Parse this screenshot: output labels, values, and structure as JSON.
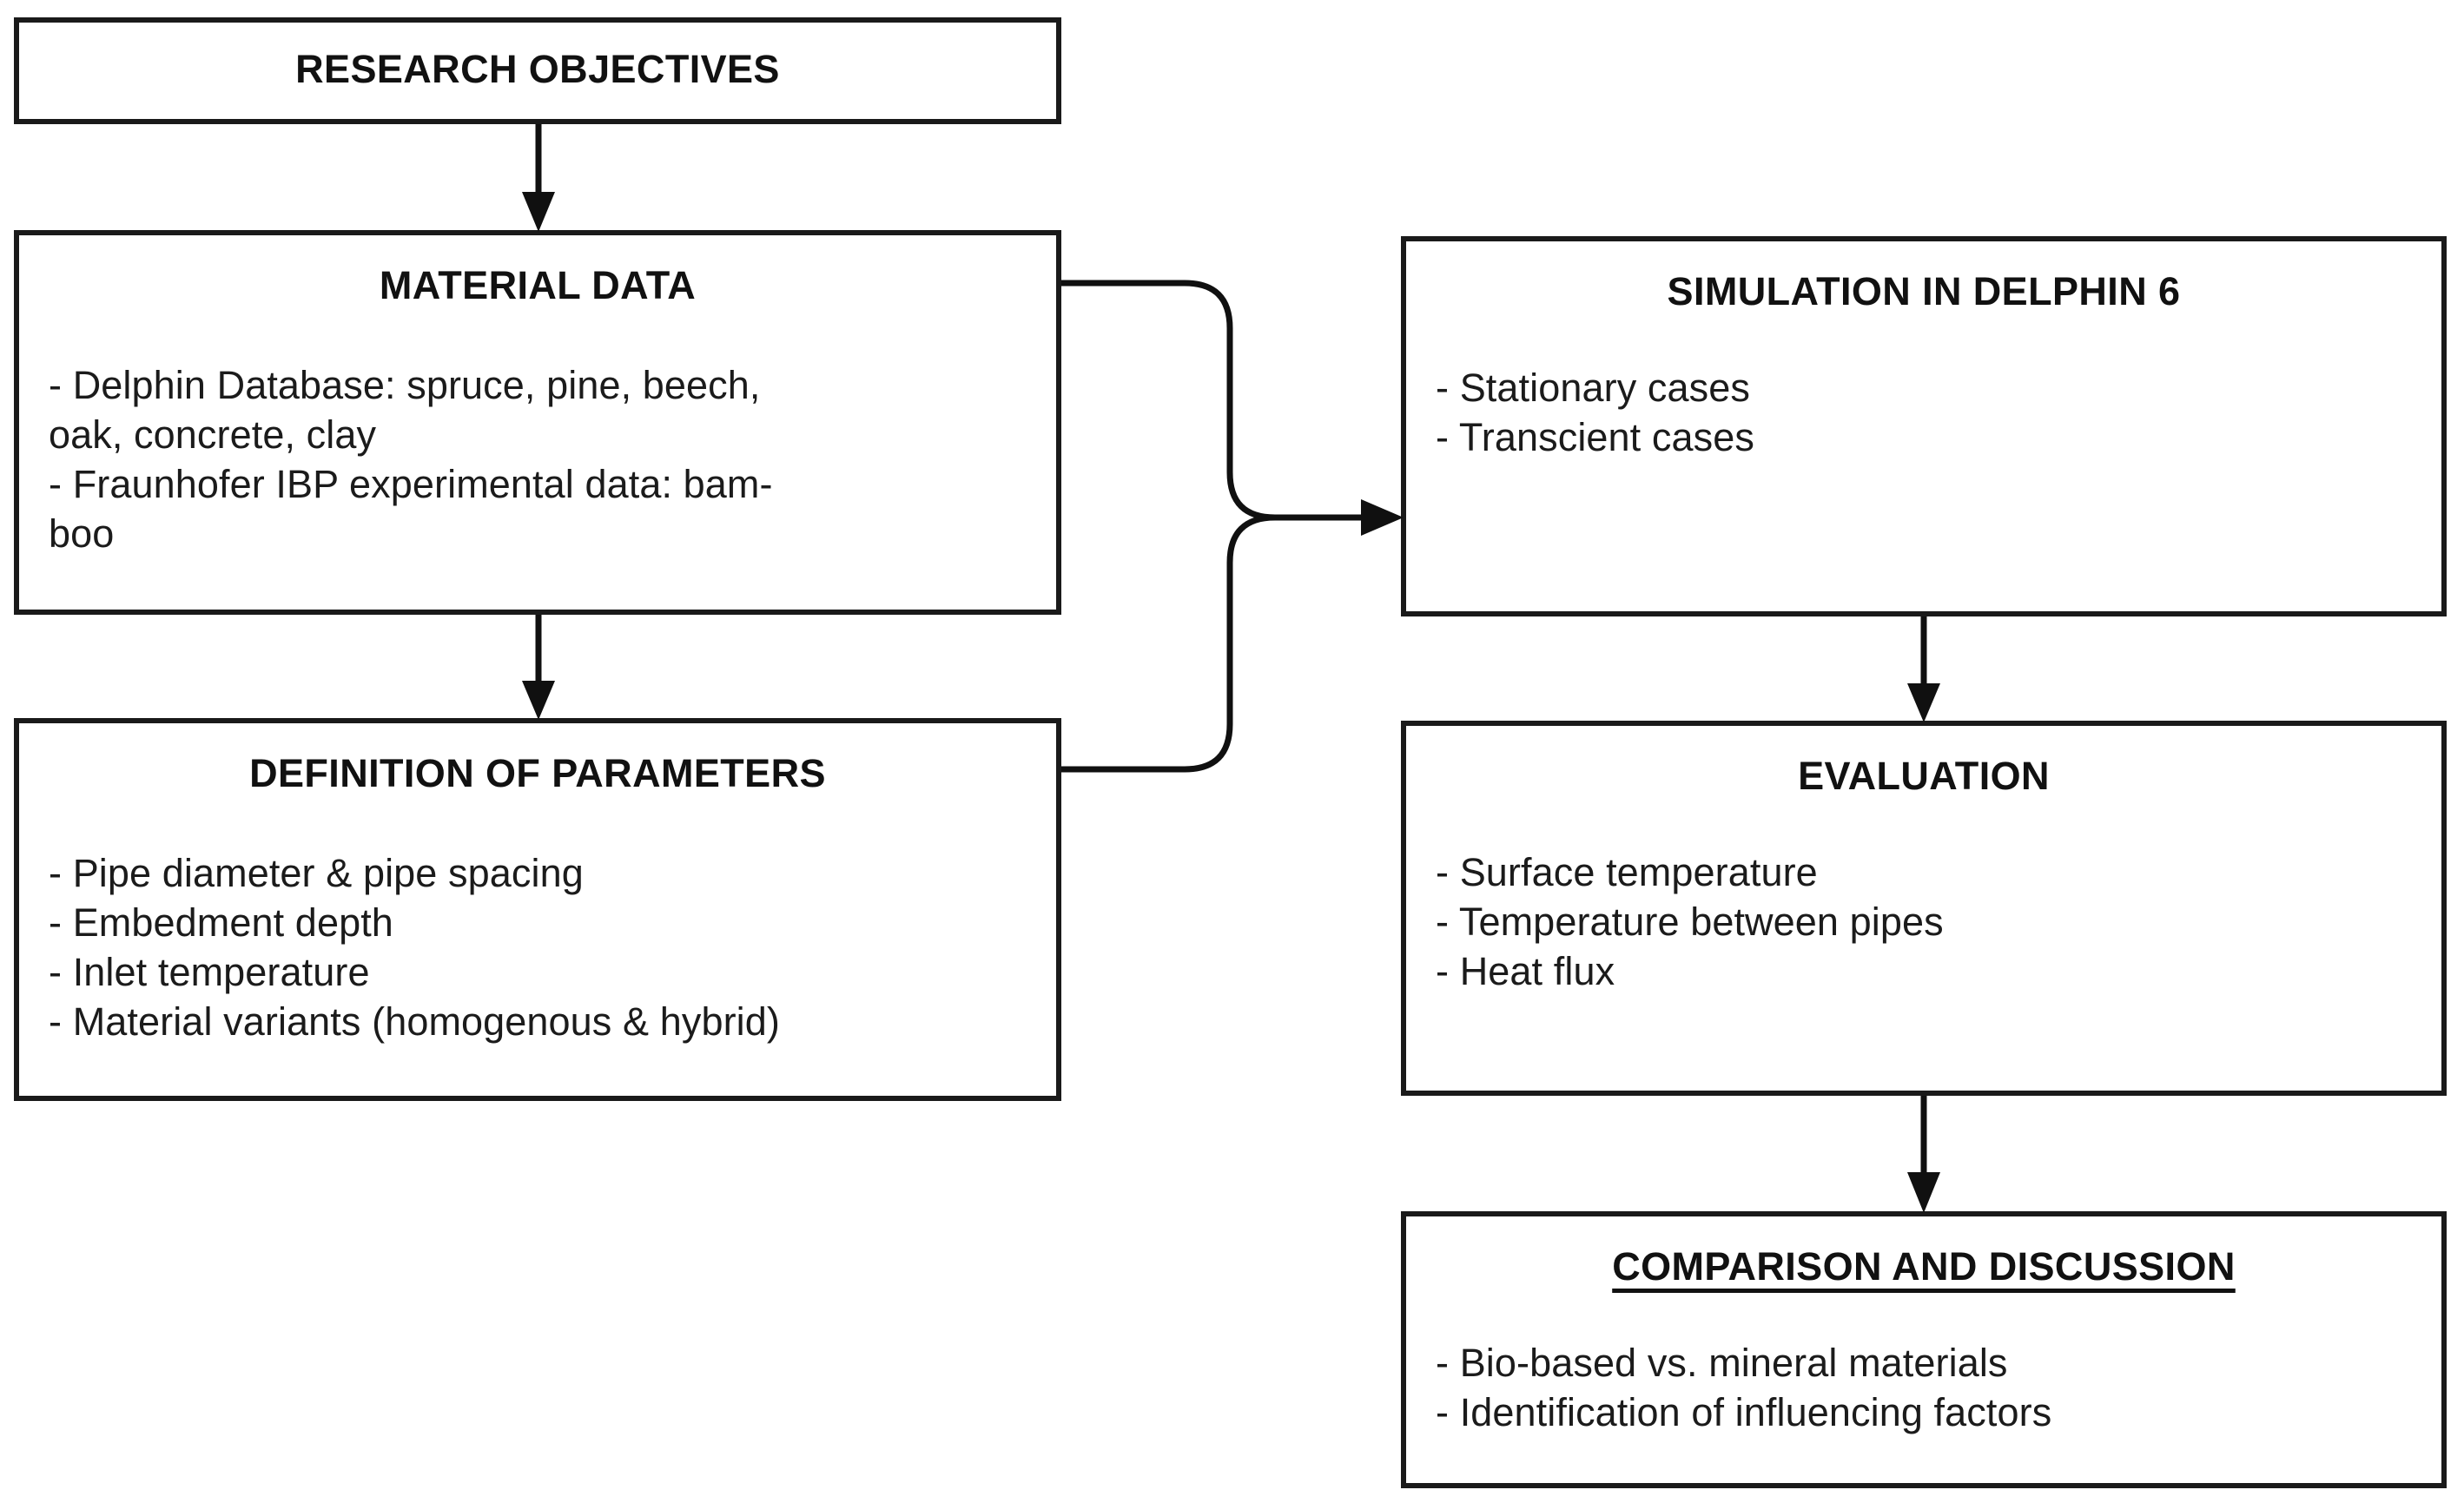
{
  "diagram": {
    "type": "flowchart",
    "nodes": [
      {
        "id": "research-objectives",
        "title": "RESEARCH OBJECTIVES",
        "title_underlined": false,
        "items": []
      },
      {
        "id": "material-data",
        "title": "MATERIAL DATA",
        "title_underlined": false,
        "items": [
          "- Delphin Database: spruce, pine, beech, oak, concrete, clay",
          "- Fraunhofer IBP experimental data: bam-boo"
        ],
        "items_rendered": [
          "- Delphin Database: spruce, pine, beech,\noak, concrete, clay",
          "- Fraunhofer IBP experimental data: bam-\nboo"
        ]
      },
      {
        "id": "definition-of-parameters",
        "title": "DEFINITION OF PARAMETERS",
        "title_underlined": false,
        "items": [
          "- Pipe diameter & pipe spacing",
          "- Embedment depth",
          "- Inlet temperature",
          "- Material variants (homogenous & hybrid)"
        ]
      },
      {
        "id": "simulation-in-delphin-6",
        "title": "SIMULATION IN DELPHIN 6",
        "title_underlined": false,
        "items": [
          "- Stationary cases",
          "- Transcient cases"
        ]
      },
      {
        "id": "evaluation",
        "title": "EVALUATION",
        "title_underlined": false,
        "items": [
          "- Surface temperature",
          "- Temperature between pipes",
          "- Heat flux"
        ]
      },
      {
        "id": "comparison-and-discussion",
        "title": "COMPARISON AND DISCUSSION",
        "title_underlined": true,
        "items": [
          "- Bio-based vs. mineral materials",
          "- Identification of influencing factors"
        ]
      }
    ],
    "connectors": [
      {
        "id": "research-objectives-to-material-data",
        "kind": "arrow-down"
      },
      {
        "id": "material-data-to-definition-of-parameters",
        "kind": "arrow-down"
      },
      {
        "id": "material-data-and-parameters-to-simulation",
        "kind": "merge-brace-arrow-right"
      },
      {
        "id": "simulation-to-evaluation",
        "kind": "arrow-down"
      },
      {
        "id": "evaluation-to-comparison",
        "kind": "arrow-down"
      }
    ],
    "colors": {
      "background": "#ffffff",
      "border": "#1a1a1a",
      "text": "#111111",
      "connector": "#101010"
    }
  }
}
